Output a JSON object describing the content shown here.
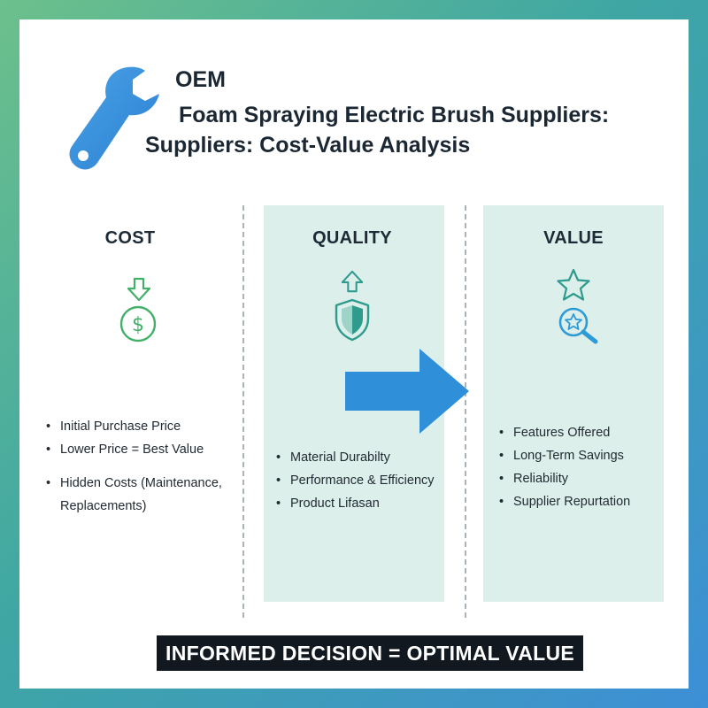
{
  "header": {
    "line1": "OEM",
    "line2": "Foam Spraying Electric Brush Suppliers:",
    "line3": "Suppliers: Cost-Value Analysis",
    "icon": "wrench-icon"
  },
  "columns": [
    {
      "heading": "COST",
      "icons": [
        "arrow-down-icon",
        "dollar-coin-icon"
      ],
      "items": [
        "Initial Purchase Price",
        "Lower Price = Best Value",
        "Hidden Costs (Maintenance,",
        "Replacements)"
      ]
    },
    {
      "heading": "QUALITY",
      "icons": [
        "arrow-up-icon",
        "shield-icon"
      ],
      "items": [
        "Material Durabilty",
        "Performance & Efficiency",
        "Product Lifasan"
      ]
    },
    {
      "heading": "VALUE",
      "icons": [
        "star-icon",
        "magnifier-star-icon"
      ],
      "items": [
        "Features Offered",
        "Long-Term Savings",
        "Reliability",
        "Supplier Repurtation"
      ]
    }
  ],
  "footer": {
    "banner": "INFORMED DECISION = OPTIMAL VALUE"
  },
  "colors": {
    "cost_icon": "#43b06a",
    "quality_icon": "#2f9b8c",
    "value_icon": "#2f9bd6",
    "arrow": "#2f8fd8",
    "panel": "#dcefeb",
    "banner": "#111820"
  }
}
